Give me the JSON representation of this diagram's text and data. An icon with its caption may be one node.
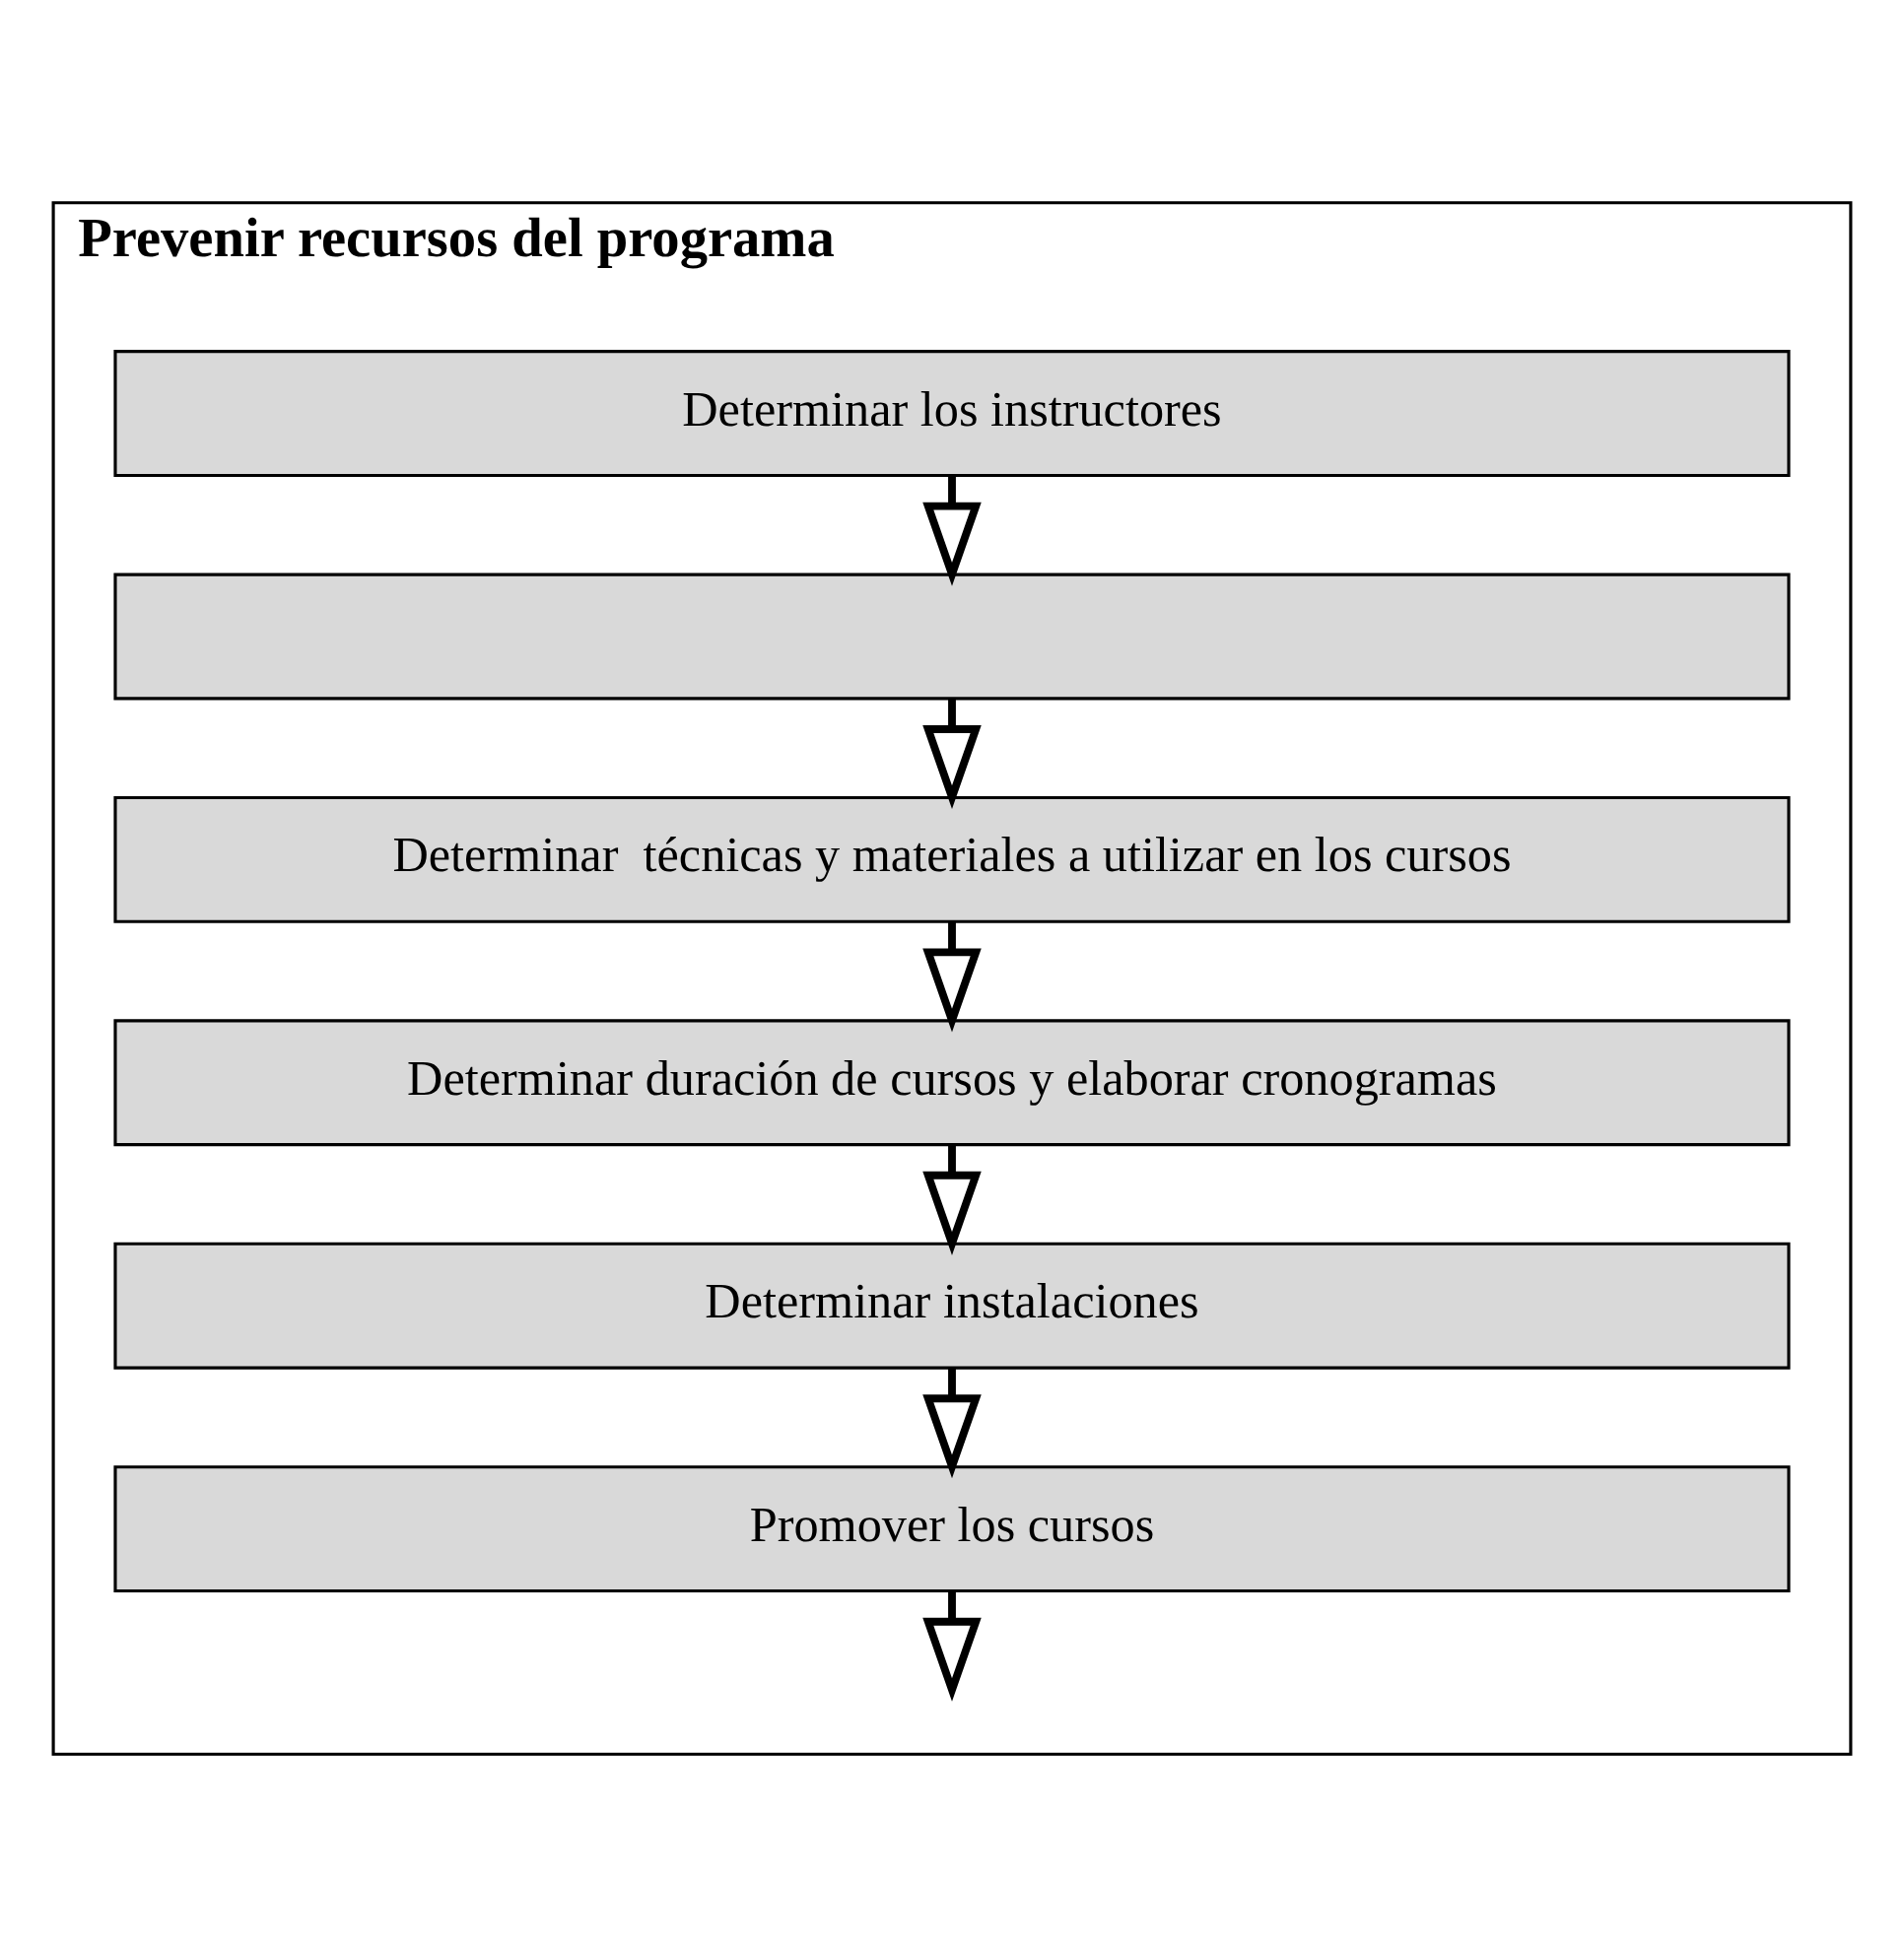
{
  "diagram": {
    "nodes": [
      {
        "text": [
          "Prevenir recursos del programa"
        ]
      },
      {
        "text": [
          "Determinar los instructores"
        ],
        "in": 0
      },
      {
        "text": [],
        "shape": "box",
        "in": 0
      },
      {
        "text": [
          "Determinar  técnicas y materiales a utilizar en los cursos"
        ],
        "in": 0
      },
      {
        "text": [
          "Determinar duración de cursos y elaborar cronogramas"
        ],
        "in": 0
      },
      {
        "text": [
          "Determinar instalaciones"
        ],
        "in": 0
      },
      {
        "text": [
          "Promover los cursos"
        ],
        "in": 0
      }
    ],
    "edges": [
      {
        "from": 1,
        "to": 2,
        "arrow": "to"
      },
      {
        "from": 2,
        "to": 3,
        "arrow": "to"
      },
      {
        "from": 3,
        "to": 4,
        "arrow": "to"
      },
      {
        "from": 4,
        "to": 5,
        "arrow": "to"
      },
      {
        "from": 5,
        "to": 6,
        "arrow": "to"
      },
      {
        "from": 6,
        "to": null,
        "arrow": "to"
      }
    ]
  }
}
